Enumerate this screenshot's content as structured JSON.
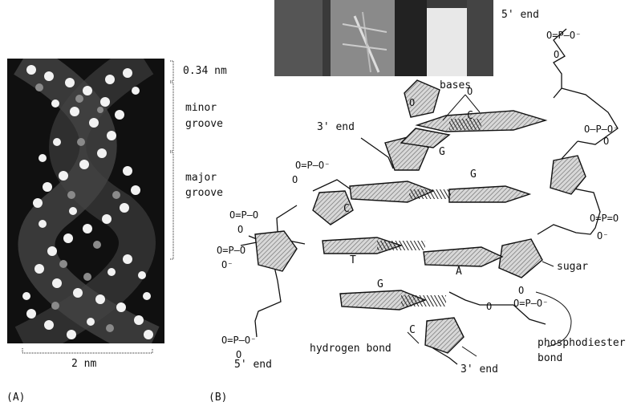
{
  "panel_a": {
    "panel_label": "(A)",
    "scale_top": "0.34 nm",
    "scale_minor_line1": "minor",
    "scale_minor_line2": "groove",
    "scale_major_line1": "major",
    "scale_major_line2": "groove",
    "width_label": "2 nm"
  },
  "panel_b": {
    "panel_label": "(B)",
    "end_labels": {
      "five_prime_top": "5' end",
      "three_prime_left": "3' end",
      "five_prime_bottom": "5' end",
      "three_prime_bottom": "3' end"
    },
    "annotations": {
      "bases": "bases",
      "sugar": "sugar",
      "hydrogen_bond": "hydrogen bond",
      "phosphodiester_line1": "phosphodiester",
      "phosphodiester_line2": "bond"
    },
    "base_letters": {
      "c_top": "C",
      "g_upper": "G",
      "g_mid": "G",
      "c_mid": "C",
      "t": "T",
      "a": "A",
      "g_lower": "G",
      "c_lower": "C"
    }
  }
}
